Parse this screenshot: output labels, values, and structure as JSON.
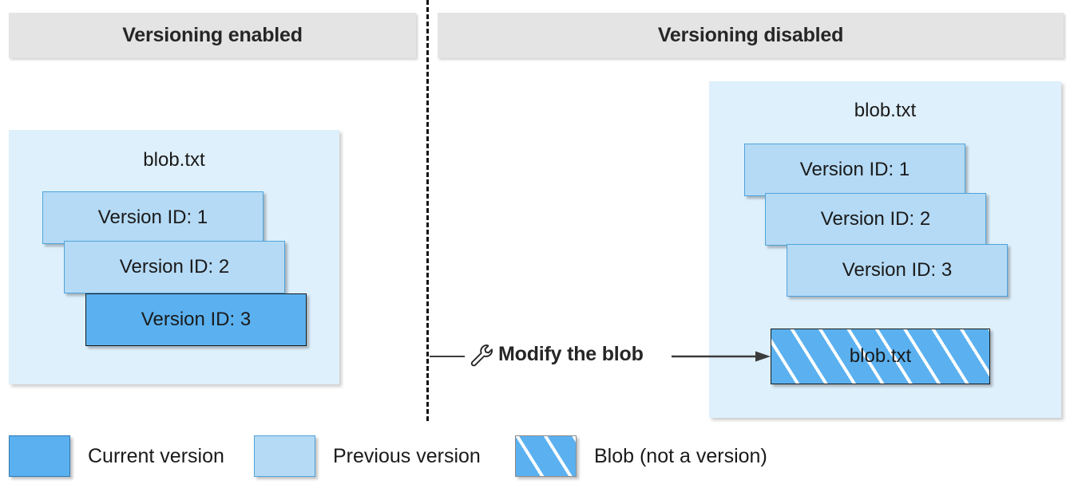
{
  "diagram": {
    "title_left": "Versioning enabled",
    "title_right": "Versioning disabled",
    "divider": "dashed-vertical-divider",
    "colors": {
      "current_version": "#5BB1F0",
      "previous_version": "#B5DAF5",
      "panel_background": "#DEF0FB",
      "header_background": "#E4E4E4",
      "blob_hatch_stripe": "#FFFFFF",
      "border_blue": "#4FA3DC",
      "text": "#1A1A1A"
    }
  },
  "left_panel": {
    "blob_name": "blob.txt",
    "versions": [
      {
        "label": "Version ID: 1",
        "state": "previous"
      },
      {
        "label": "Version ID: 2",
        "state": "previous"
      },
      {
        "label": "Version ID: 3",
        "state": "current"
      }
    ]
  },
  "right_panel": {
    "blob_name": "blob.txt",
    "versions": [
      {
        "label": "Version ID: 1",
        "state": "previous"
      },
      {
        "label": "Version ID: 2",
        "state": "previous"
      },
      {
        "label": "Version ID: 3",
        "state": "previous"
      }
    ],
    "blob_box": {
      "label": "blob.txt",
      "state": "blob-not-a-version"
    }
  },
  "action": {
    "label": "Modify the blob",
    "icon": "wrench-icon",
    "arrow": "arrow-right-icon"
  },
  "legend": {
    "items": [
      {
        "label": "Current version",
        "swatch": "current"
      },
      {
        "label": "Previous version",
        "swatch": "previous"
      },
      {
        "label": "Blob (not a version)",
        "swatch": "hatched"
      }
    ]
  }
}
